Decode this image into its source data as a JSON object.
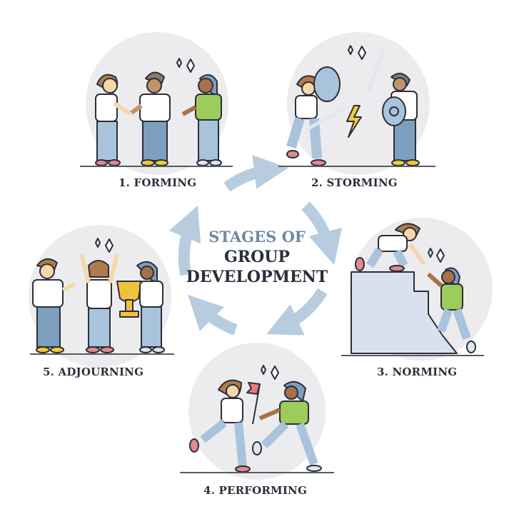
{
  "title": {
    "line1": "STAGES OF",
    "line2": "GROUP",
    "line3": "DEVELOPMENT"
  },
  "stages": [
    {
      "number": 1,
      "label": "1. FORMING",
      "scene": "three people shaking hands"
    },
    {
      "number": 2,
      "label": "2. STORMING",
      "scene": "two people fighting with swords and shields"
    },
    {
      "number": 3,
      "label": "3. NORMING",
      "scene": "one person helping another climb a wall"
    },
    {
      "number": 4,
      "label": "4. PERFORMING",
      "scene": "relay runners passing a flag"
    },
    {
      "number": 5,
      "label": "5. ADJOURNING",
      "scene": "team celebrating with trophy"
    }
  ],
  "colors": {
    "arrow": "#b7cddf",
    "subtitle": "#6f8aa0",
    "title": "#2b2f3a",
    "circle": "#ececee",
    "shirt_green": "#9ccc5a",
    "pants_blue": "#a9c3dc",
    "skin_light": "#f6d7a8",
    "skin_dark": "#a8714a",
    "hair_brown": "#b07c4a",
    "shoe_pink": "#e28a8f",
    "shoe_yellow": "#f2cb3a",
    "trophy_gold": "#f0c23b",
    "flag_red": "#ec7a7a"
  }
}
